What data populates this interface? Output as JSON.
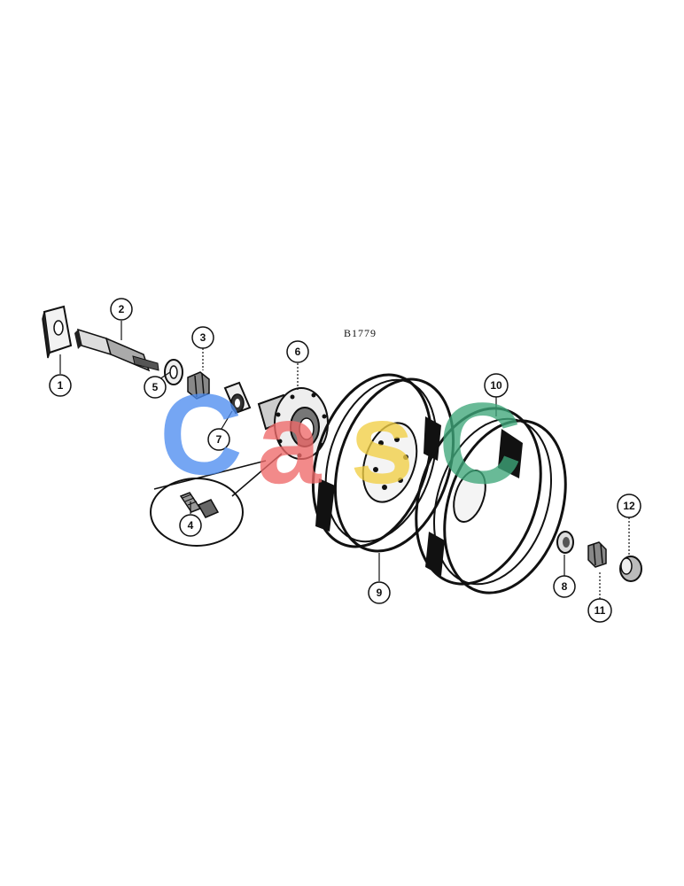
{
  "diagram": {
    "figure_code": "B1779",
    "callouts": [
      "1",
      "2",
      "3",
      "4",
      "5",
      "6",
      "7",
      "8",
      "9",
      "10",
      "11",
      "12"
    ]
  },
  "watermark": {
    "letters": [
      "C",
      "a",
      "s",
      "C"
    ],
    "colors": [
      "#4f8ef0",
      "#ef6a6a",
      "#f2cf45",
      "#3fa77a"
    ]
  }
}
